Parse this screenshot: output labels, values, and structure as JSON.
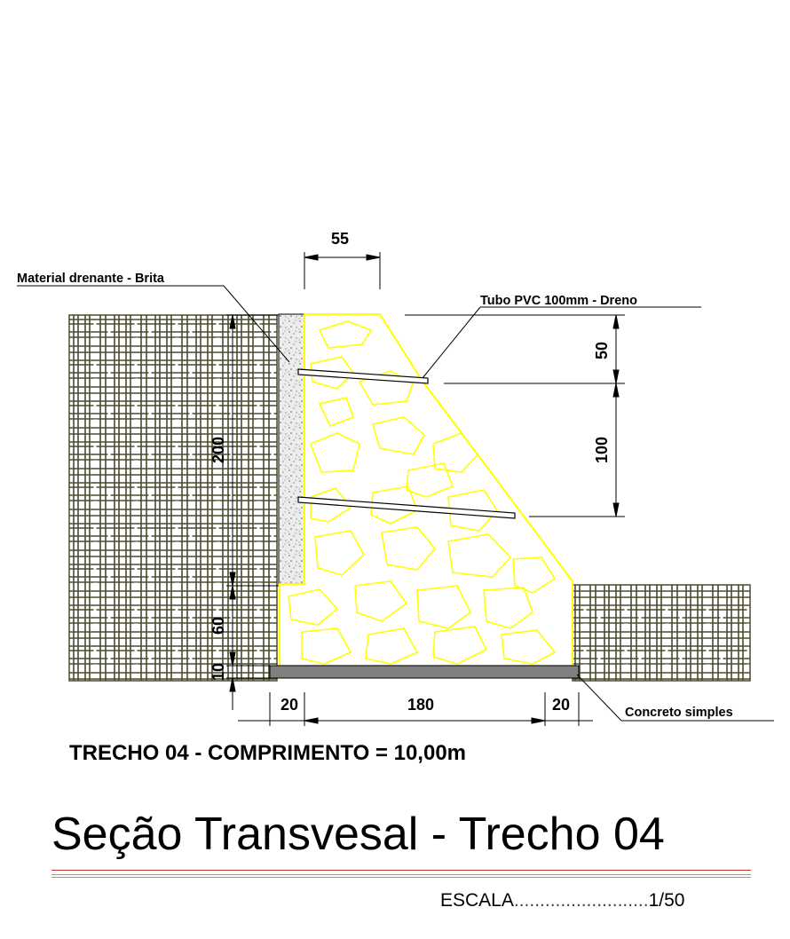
{
  "labels": {
    "top_dimension": "55",
    "drain_material": "Material drenante - Brita",
    "pvc_pipe": "Tubo PVC 100mm - Dreno",
    "dim_50": "50",
    "dim_100": "100",
    "dim_200": "200",
    "dim_60": "60",
    "dim_10": "10",
    "dim_20_left": "20",
    "dim_180": "180",
    "dim_20_right": "20",
    "concrete": "Concreto simples",
    "stretch_caption": "TRECHO 04 - COMPRIMENTO = 10,00m"
  },
  "title": "Seção Transvesal - Trecho 04",
  "scale": {
    "label": "ESCALA",
    "dots": "..........................",
    "value": "1/50"
  },
  "colors": {
    "stone": "#ffff00",
    "soil": "#4a4a2e",
    "concrete": "#808080",
    "rule_red": "#c0392b",
    "rule_gray": "#9a9a9a"
  }
}
